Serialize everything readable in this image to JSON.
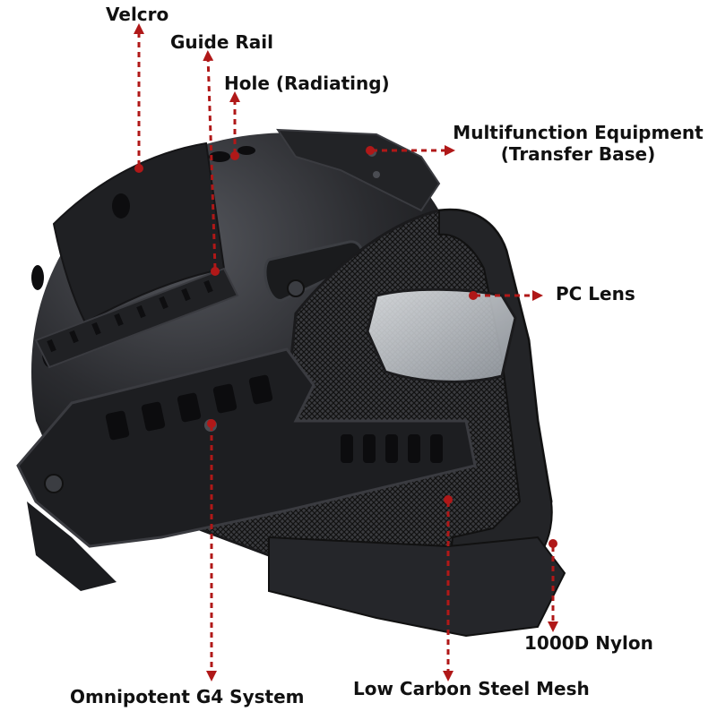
{
  "image": {
    "subject": "tactical-helmet-with-mesh-mask",
    "colors": {
      "background": "#ffffff",
      "helmet": "#2b2c30",
      "helmet_highlight": "#4a4c52",
      "mesh": "#1c1c1e",
      "rail": "#202124",
      "lens": "#cfd3d8",
      "annotation": "#b01818",
      "text": "#111111"
    }
  },
  "callouts": [
    {
      "id": "velcro",
      "text": "Velcro"
    },
    {
      "id": "guide-rail",
      "text": "Guide Rail"
    },
    {
      "id": "hole",
      "text": "Hole (Radiating)"
    },
    {
      "id": "multifunction",
      "text": "Multifunction Equipment",
      "text2": "(Transfer Base)"
    },
    {
      "id": "pc-lens",
      "text": "PC Lens"
    },
    {
      "id": "nylon",
      "text": "1000D Nylon"
    },
    {
      "id": "g4",
      "text": "Omnipotent G4 System"
    },
    {
      "id": "mesh",
      "text": "Low Carbon Steel Mesh"
    }
  ]
}
